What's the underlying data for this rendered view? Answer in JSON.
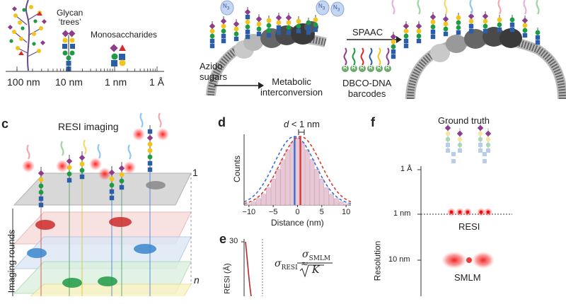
{
  "panel_top_left": {
    "glycan_trees_label": "Glycan\n‘trees’",
    "glycan_label_line1": "Glycan",
    "glycan_label_line2": "‘trees’",
    "monosaccharides_label": "Monosaccharides",
    "scale_ticks": [
      "100 nm",
      "10 nm",
      "1 nm",
      "1 Å"
    ]
  },
  "panel_top_right": {
    "azido_sugars_line1": "Azido",
    "azido_sugars_line2": "sugars",
    "metabolic_line1": "Metabolic",
    "metabolic_line2": "interconversion",
    "spaac_label": "SPAAC",
    "dbco_line1": "DBCO-DNA",
    "dbco_line2": "barcodes",
    "n3_label": "N",
    "n3_sub": "3",
    "r_label": "R"
  },
  "panel_c": {
    "letter": "c",
    "title": "RESI imaging",
    "imaging_rounds_label": "Imaging rounds",
    "round_first": "1",
    "round_last": "n"
  },
  "panel_d": {
    "letter": "d",
    "annotation_italic": "d",
    "annotation_rest": " < 1 nm",
    "ylabel": "Counts",
    "xlabel": "Distance (nm)",
    "xticks": [
      "−10",
      "−5",
      "0",
      "5",
      "10"
    ]
  },
  "panel_e": {
    "letter": "e",
    "ylabel": "RESI (Å)",
    "ytick": "30",
    "formula_lhs": "σ",
    "formula_lhs_sub": "RESI",
    "formula_approx": "≈",
    "formula_num": "σ",
    "formula_num_sub": "SMLM",
    "formula_den": "K"
  },
  "panel_f": {
    "letter": "f",
    "ground_truth": "Ground truth",
    "ylabel": "Resolution",
    "ticks": [
      "1 Å",
      "1 nm",
      "10 nm"
    ],
    "resi_label": "RESI",
    "smlm_label": "SMLM"
  },
  "chart_data": {
    "type": "bar",
    "x": [
      -10,
      -9,
      -8,
      -7,
      -6,
      -5,
      -4,
      -3,
      -2,
      -1,
      0,
      1,
      2,
      3,
      4,
      5,
      6,
      7,
      8,
      9,
      10
    ],
    "values": [
      1,
      3,
      6,
      10,
      16,
      24,
      33,
      42,
      51,
      58,
      62,
      58,
      51,
      42,
      33,
      24,
      16,
      10,
      6,
      3,
      1
    ],
    "series": [
      {
        "name": "",
        "color": "#3a6fd8",
        "mean": -0.6
      },
      {
        "name": "",
        "color": "#d83a3a",
        "mean": 0.6
      }
    ],
    "xlabel": "Distance (nm)",
    "ylabel": "Counts",
    "xlim": [
      -10,
      10
    ],
    "grid": false
  },
  "colors": {
    "glcnac": "#2a5ea8",
    "galactose": "#f2c318",
    "mannose": "#1e9b45",
    "sialic": "#8e3d8c",
    "fucose": "#d62b2b",
    "red_blob": "#e02828",
    "blue_dist": "#3a6fd8",
    "red_dist": "#d83a3a"
  }
}
